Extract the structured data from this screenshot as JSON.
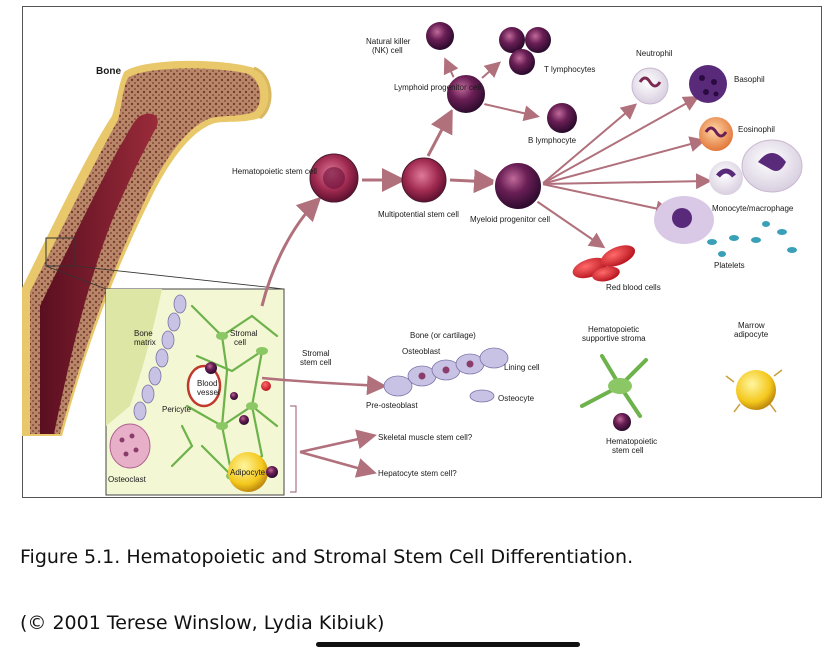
{
  "figure": {
    "labels": {
      "bone": "Bone",
      "hematopoietic_stem_cell": "Hematopoietic stem cell",
      "multipotential_stem_cell": "Multipotential stem cell",
      "lymphoid_progenitor_cell": "Lymphoid progenitor cell",
      "myeloid_progenitor_cell": "Myeloid progenitor cell",
      "nk_cell_line1": "Natural killer",
      "nk_cell_line2": "(NK) cell",
      "t_lymphocytes": "T lymphocytes",
      "b_lymphocyte": "B lymphocyte",
      "neutrophil": "Neutrophil",
      "basophil": "Basophil",
      "eosinophil": "Eosinophil",
      "monocyte_macrophage": "Monocyte/macrophage",
      "platelets": "Platelets",
      "red_blood_cells": "Red blood cells",
      "bone_matrix_line1": "Bone",
      "bone_matrix_line2": "matrix",
      "stromal_cell_line1": "Stromal",
      "stromal_cell_line2": "cell",
      "blood_vessel_line1": "Blood",
      "blood_vessel_line2": "vessel",
      "pericyte": "Pericyte",
      "osteoclast": "Osteoclast",
      "adipocyte": "Adipocyte",
      "stromal_stem_cell_line1": "Stromal",
      "stromal_stem_cell_line2": "stem cell",
      "bone_or_cartilage": "Bone (or cartilage)",
      "osteoblast": "Osteoblast",
      "lining_cell": "Lining cell",
      "osteocyte": "Osteocyte",
      "pre_osteoblast": "Pre-osteoblast",
      "hematopoietic_supportive_stroma_line1": "Hematopoietic",
      "hematopoietic_supportive_stroma_line2": "supportive stroma",
      "marrow_adipocyte_line1": "Marrow",
      "marrow_adipocyte_line2": "adipocyte",
      "hematopoietic_stem_cell_small_line1": "Hematopoietic",
      "hematopoietic_stem_cell_small_line2": "stem cell",
      "skeletal_muscle_stem_cell": "Skeletal muscle stem cell?",
      "hepatocyte_stem_cell": "Hepatocyte stem cell?"
    }
  },
  "caption": "Figure 5.1. Hematopoietic and Stromal Stem Cell Differentiation.",
  "credit": "(© 2001 Terese Winslow, Lydia Kibiuk)"
}
